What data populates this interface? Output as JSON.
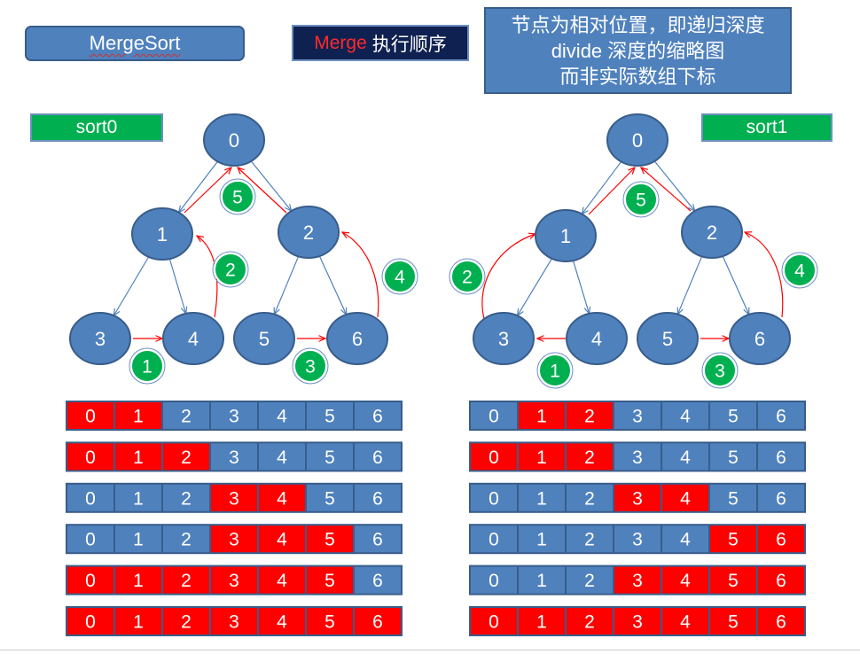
{
  "header": {
    "title": "MergeSort",
    "merge_word": "Merge",
    "merge_rest": "执行顺序",
    "note_lines": [
      "节点为相对位置，即递归深度",
      "divide 深度的缩略图",
      "而非实际数组下标"
    ]
  },
  "colors": {
    "node_fill": "#4f81bd",
    "node_stroke": "#385d8a",
    "divide_arrow": "#4f81bd",
    "merge_arrow": "#ff0000",
    "step_fill": "#00b050",
    "cell_plain": "#4f81bd",
    "cell_highlight": "#ff0000"
  },
  "trees": [
    {
      "tag": "sort0",
      "nodes": [
        "0",
        "1",
        "2",
        "3",
        "4",
        "5",
        "6"
      ],
      "steps": [
        "1",
        "2",
        "3",
        "4",
        "5"
      ],
      "arrays": [
        {
          "cells": [
            "0",
            "1",
            "2",
            "3",
            "4",
            "5",
            "6"
          ],
          "highlight": [
            0,
            1
          ]
        },
        {
          "cells": [
            "0",
            "1",
            "2",
            "3",
            "4",
            "5",
            "6"
          ],
          "highlight": [
            0,
            1,
            2
          ]
        },
        {
          "cells": [
            "0",
            "1",
            "2",
            "3",
            "4",
            "5",
            "6"
          ],
          "highlight": [
            3,
            4
          ]
        },
        {
          "cells": [
            "0",
            "1",
            "2",
            "3",
            "4",
            "5",
            "6"
          ],
          "highlight": [
            3,
            4,
            5
          ]
        },
        {
          "cells": [
            "0",
            "1",
            "2",
            "3",
            "4",
            "5",
            "6"
          ],
          "highlight": [
            0,
            1,
            2,
            3,
            4,
            5
          ]
        },
        {
          "cells": [
            "0",
            "1",
            "2",
            "3",
            "4",
            "5",
            "6"
          ],
          "highlight": [
            0,
            1,
            2,
            3,
            4,
            5,
            6
          ]
        }
      ]
    },
    {
      "tag": "sort1",
      "nodes": [
        "0",
        "1",
        "2",
        "3",
        "4",
        "5",
        "6"
      ],
      "steps": [
        "1",
        "2",
        "3",
        "4",
        "5"
      ],
      "arrays": [
        {
          "cells": [
            "0",
            "1",
            "2",
            "3",
            "4",
            "5",
            "6"
          ],
          "highlight": [
            1,
            2
          ]
        },
        {
          "cells": [
            "0",
            "1",
            "2",
            "3",
            "4",
            "5",
            "6"
          ],
          "highlight": [
            0,
            1,
            2
          ]
        },
        {
          "cells": [
            "0",
            "1",
            "2",
            "3",
            "4",
            "5",
            "6"
          ],
          "highlight": [
            3,
            4
          ]
        },
        {
          "cells": [
            "0",
            "1",
            "2",
            "3",
            "4",
            "5",
            "6"
          ],
          "highlight": [
            5,
            6
          ]
        },
        {
          "cells": [
            "0",
            "1",
            "2",
            "3",
            "4",
            "5",
            "6"
          ],
          "highlight": [
            3,
            4,
            5,
            6
          ]
        },
        {
          "cells": [
            "0",
            "1",
            "2",
            "3",
            "4",
            "5",
            "6"
          ],
          "highlight": [
            0,
            1,
            2,
            3,
            4,
            5,
            6
          ]
        }
      ]
    }
  ]
}
